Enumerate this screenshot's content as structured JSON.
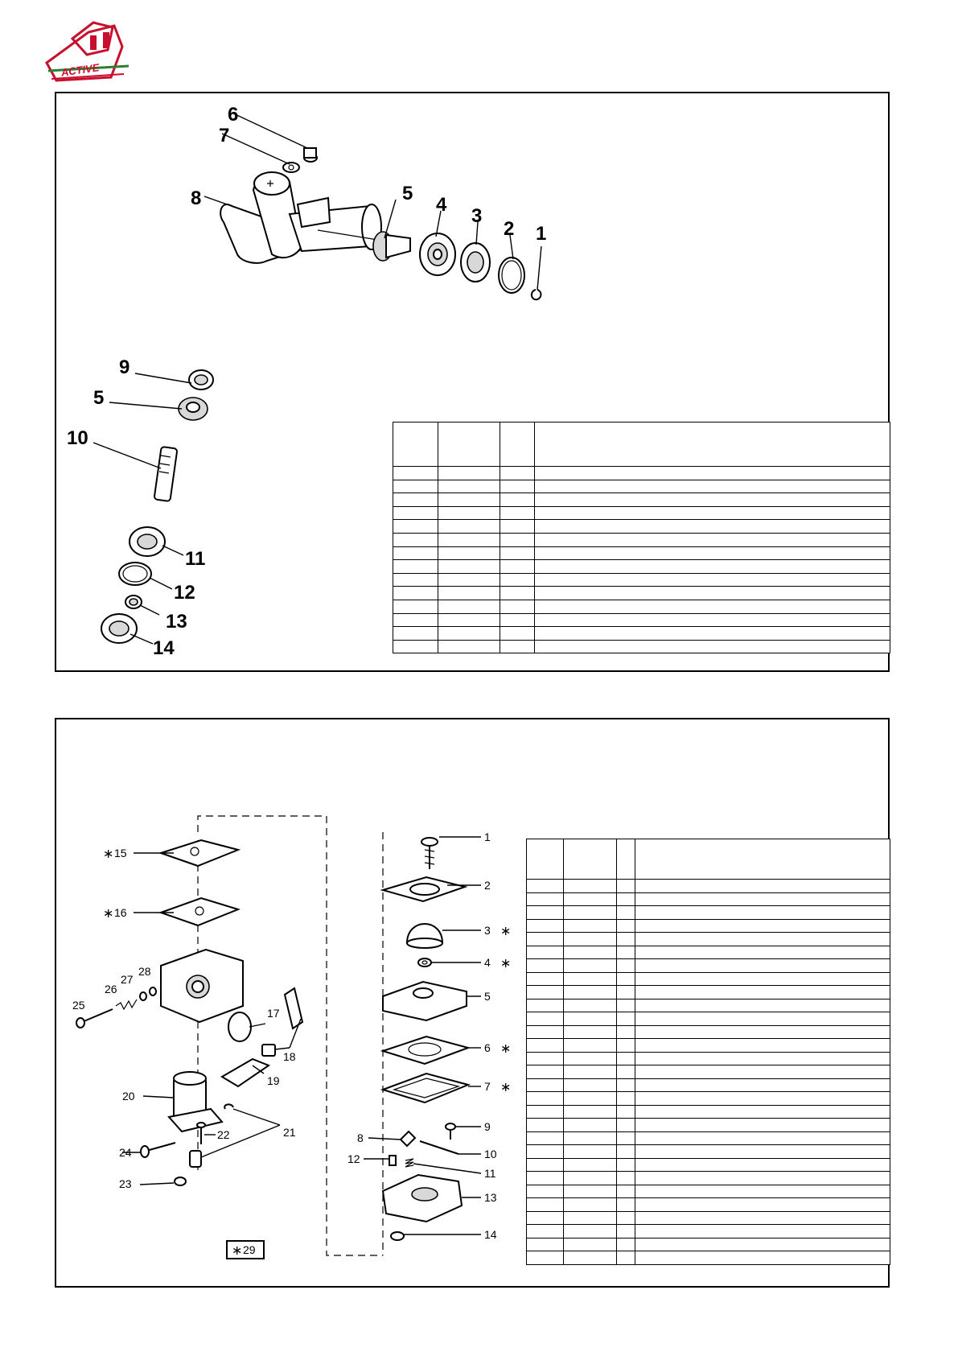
{
  "logo": {
    "text": "ACTIVE",
    "color_red": "#c8102e",
    "color_green": "#2e7d32"
  },
  "gearbox": {
    "callouts": [
      "1",
      "2",
      "3",
      "4",
      "5",
      "6",
      "7",
      "8",
      "9",
      "5",
      "10",
      "11",
      "12",
      "13",
      "14"
    ],
    "table": {
      "columns": 4,
      "header_cells": [
        "",
        "",
        "",
        ""
      ],
      "row_count": 14
    }
  },
  "carburetor": {
    "callouts_right": [
      "1",
      "2",
      "3",
      "4",
      "5",
      "6",
      "7",
      "8",
      "9",
      "10",
      "11",
      "12",
      "13",
      "14"
    ],
    "callouts_left": [
      "15",
      "16",
      "17",
      "18",
      "19",
      "20",
      "21",
      "22",
      "23",
      "24",
      "25",
      "26",
      "27",
      "28",
      "29"
    ],
    "marked_parts": [
      "3",
      "4",
      "6",
      "7",
      "15",
      "16",
      "29"
    ],
    "star_symbol": "∗",
    "table": {
      "columns": 4,
      "header_cells": [
        "",
        "",
        "",
        ""
      ],
      "row_count": 29
    }
  }
}
